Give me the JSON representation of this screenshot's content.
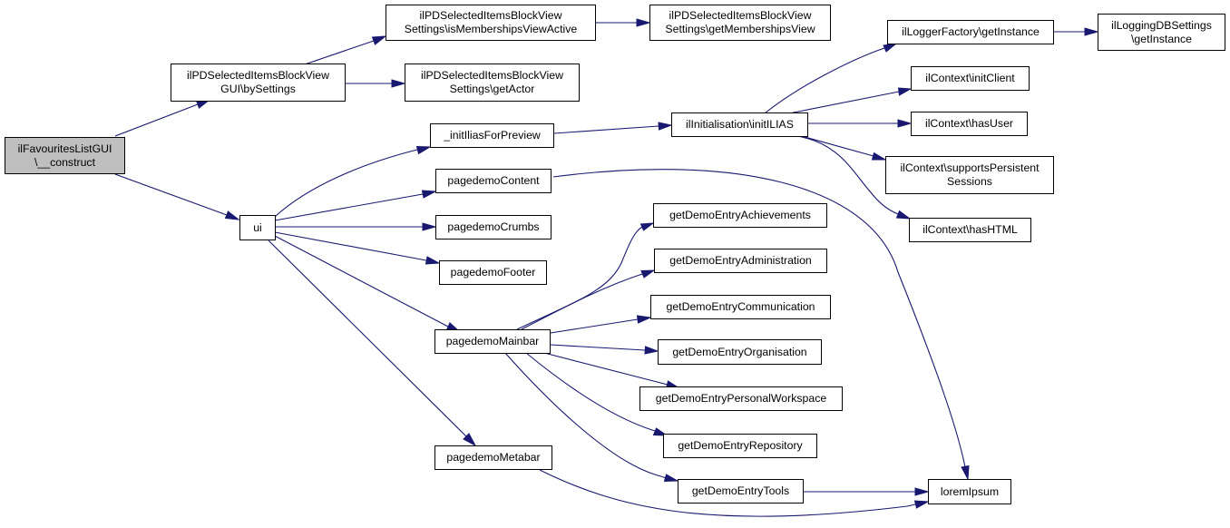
{
  "diagram": {
    "nodes": {
      "root": "ilFavouritesListGUI\n\\__construct",
      "bySettings": "ilPDSelectedItemsBlockView\nGUI\\bySettings",
      "isMembershipsViewActive": "ilPDSelectedItemsBlockView\nSettings\\isMembershipsViewActive",
      "getMembershipsView": "ilPDSelectedItemsBlockView\nSettings\\getMembershipsView",
      "getActor": "ilPDSelectedItemsBlockView\nSettings\\getActor",
      "ui": "ui",
      "initIliasForPreview": "_initIliasForPreview",
      "pagedemoContent": "pagedemoContent",
      "pagedemoCrumbs": "pagedemoCrumbs",
      "pagedemoFooter": "pagedemoFooter",
      "pagedemoMainbar": "pagedemoMainbar",
      "pagedemoMetabar": "pagedemoMetabar",
      "initILIAS": "ilInitialisation\\initILIAS",
      "loggerFactory": "ilLoggerFactory\\getInstance",
      "loggingDBSettings": "ilLoggingDBSettings\n\\getInstance",
      "initClient": "ilContext\\initClient",
      "hasUser": "ilContext\\hasUser",
      "supportsPersistentSessions": "ilContext\\supportsPersistent\nSessions",
      "hasHTML": "ilContext\\hasHTML",
      "achievements": "getDemoEntryAchievements",
      "administration": "getDemoEntryAdministration",
      "communication": "getDemoEntryCommunication",
      "organisation": "getDemoEntryOrganisation",
      "personalWorkspace": "getDemoEntryPersonalWorkspace",
      "repository": "getDemoEntryRepository",
      "tools": "getDemoEntryTools",
      "loremIpsum": "loremIpsum"
    },
    "edges": [
      [
        "root",
        "bySettings"
      ],
      [
        "root",
        "ui"
      ],
      [
        "bySettings",
        "isMembershipsViewActive"
      ],
      [
        "bySettings",
        "getActor"
      ],
      [
        "isMembershipsViewActive",
        "getMembershipsView"
      ],
      [
        "ui",
        "initIliasForPreview"
      ],
      [
        "ui",
        "pagedemoContent"
      ],
      [
        "ui",
        "pagedemoCrumbs"
      ],
      [
        "ui",
        "pagedemoFooter"
      ],
      [
        "ui",
        "pagedemoMainbar"
      ],
      [
        "ui",
        "pagedemoMetabar"
      ],
      [
        "initIliasForPreview",
        "initILIAS"
      ],
      [
        "initILIAS",
        "loggerFactory"
      ],
      [
        "initILIAS",
        "initClient"
      ],
      [
        "initILIAS",
        "hasUser"
      ],
      [
        "initILIAS",
        "supportsPersistentSessions"
      ],
      [
        "initILIAS",
        "hasHTML"
      ],
      [
        "loggerFactory",
        "loggingDBSettings"
      ],
      [
        "pagedemoContent",
        "loremIpsum"
      ],
      [
        "pagedemoMainbar",
        "achievements"
      ],
      [
        "pagedemoMainbar",
        "administration"
      ],
      [
        "pagedemoMainbar",
        "communication"
      ],
      [
        "pagedemoMainbar",
        "organisation"
      ],
      [
        "pagedemoMainbar",
        "personalWorkspace"
      ],
      [
        "pagedemoMainbar",
        "repository"
      ],
      [
        "pagedemoMainbar",
        "tools"
      ],
      [
        "pagedemoMetabar",
        "loremIpsum"
      ],
      [
        "tools",
        "loremIpsum"
      ]
    ],
    "colors": {
      "edge": "#191970",
      "node_border": "#000000",
      "node_fill": "#ffffff",
      "root_fill": "#bfbfbf"
    }
  }
}
